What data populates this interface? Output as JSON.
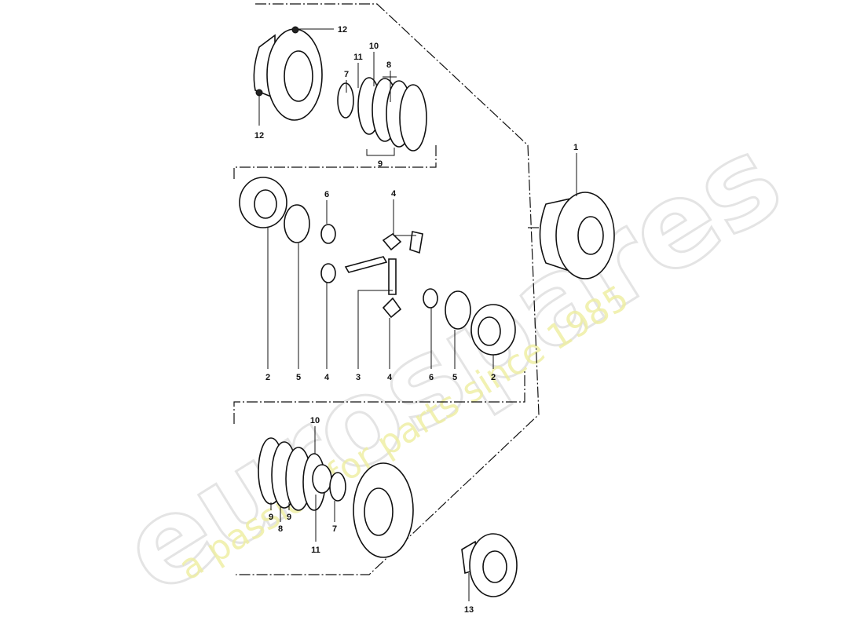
{
  "watermark": {
    "brand": "eurospares",
    "tagline": "a passion for parts since 1985",
    "tagline_color": "#e8e88a"
  },
  "callouts": [
    {
      "id": "12a",
      "text": "12"
    },
    {
      "id": "12b",
      "text": "12"
    },
    {
      "id": "7a",
      "text": "7"
    },
    {
      "id": "11a",
      "text": "11"
    },
    {
      "id": "10a",
      "text": "10"
    },
    {
      "id": "8a",
      "text": "8"
    },
    {
      "id": "9a",
      "text": "9"
    },
    {
      "id": "1",
      "text": "1"
    },
    {
      "id": "6a",
      "text": "6"
    },
    {
      "id": "4a",
      "text": "4"
    },
    {
      "id": "2a",
      "text": "2"
    },
    {
      "id": "5a",
      "text": "5"
    },
    {
      "id": "4b",
      "text": "4"
    },
    {
      "id": "3",
      "text": "3"
    },
    {
      "id": "4c",
      "text": "4"
    },
    {
      "id": "6b",
      "text": "6"
    },
    {
      "id": "5b",
      "text": "5"
    },
    {
      "id": "2b",
      "text": "2"
    },
    {
      "id": "10b",
      "text": "10"
    },
    {
      "id": "9b",
      "text": "9"
    },
    {
      "id": "8b",
      "text": "8"
    },
    {
      "id": "9c",
      "text": "9"
    },
    {
      "id": "11b",
      "text": "11"
    },
    {
      "id": "7b",
      "text": "7"
    },
    {
      "id": "13",
      "text": "13"
    }
  ]
}
